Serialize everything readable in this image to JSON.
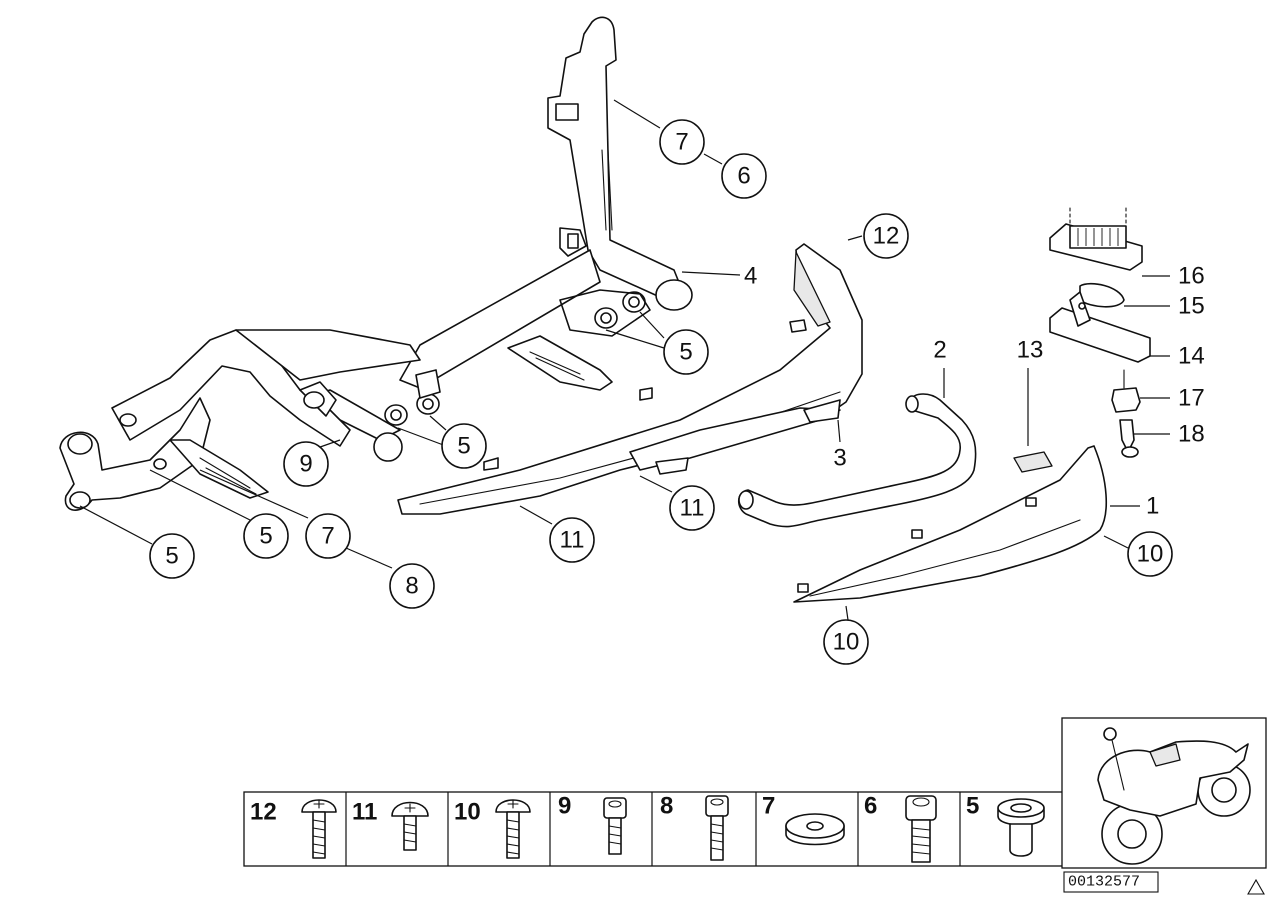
{
  "diagram_id": "00132577",
  "callouts": [
    "7",
    "6",
    "4",
    "12",
    "5",
    "5",
    "9",
    "5",
    "5",
    "7",
    "5",
    "8",
    "11",
    "11",
    "3",
    "2",
    "13",
    "16",
    "15",
    "14",
    "17",
    "18",
    "1",
    "10",
    "10"
  ],
  "legend": [
    "12",
    "11",
    "10",
    "9",
    "8",
    "7",
    "6",
    "5"
  ]
}
